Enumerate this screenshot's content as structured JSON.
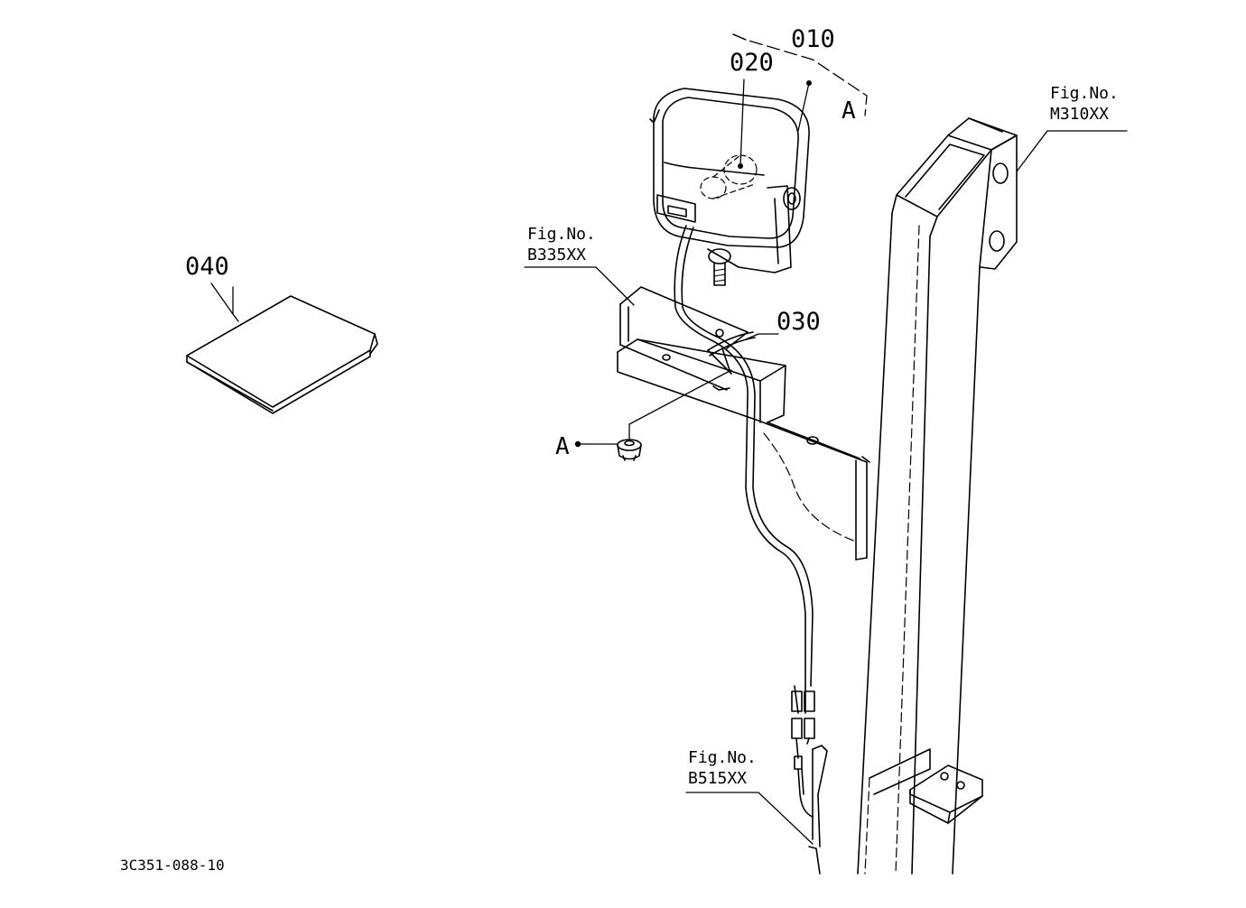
{
  "parts": [
    {
      "id": "010",
      "label": "010"
    },
    {
      "id": "020",
      "label": "020"
    },
    {
      "id": "030",
      "label": "030"
    },
    {
      "id": "040",
      "label": "040"
    }
  ],
  "figure_refs": [
    {
      "line1": "Fig.No.",
      "line2": "M310XX"
    },
    {
      "line1": "Fig.No.",
      "line2": "B335XX"
    },
    {
      "line1": "Fig.No.",
      "line2": "B515XX"
    }
  ],
  "markers": {
    "a_top": "A",
    "a_bolt": "A"
  },
  "drawing_code": "3C351-088-10"
}
